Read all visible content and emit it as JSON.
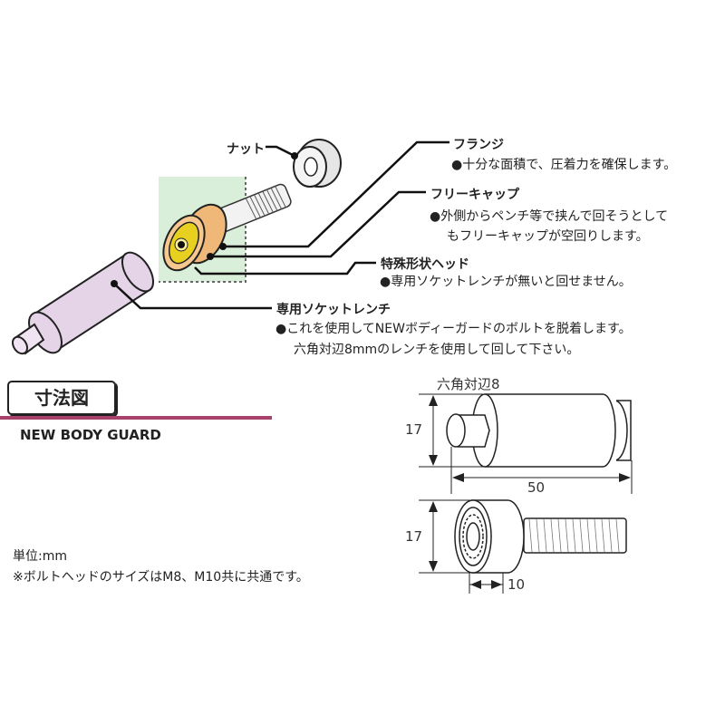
{
  "callouts": {
    "nut": {
      "title": "ナット"
    },
    "flange": {
      "title": "フランジ",
      "desc": "●十分な面積で、圧着力を確保します。"
    },
    "free_cap": {
      "title": "フリーキャップ",
      "desc": [
        "●外側からペンチ等で挟んで回そうとして",
        "もフリーキャップが空回りします。"
      ]
    },
    "special_head": {
      "title": "特殊形状ヘッド",
      "desc": "●専用ソケットレンチが無いと回せません。"
    },
    "socket_wrench": {
      "title": "専用ソケットレンチ",
      "desc": [
        "●これを使用してNEWボディーガードのボルトを脱着します。",
        "六角対辺8mmのレンチを使用して回して下さい。"
      ]
    }
  },
  "section": {
    "title": "寸法図",
    "subtitle": "NEW BODY GUARD",
    "accent": "#a8416c"
  },
  "notes": {
    "unit": "単位:mm",
    "note": "※ボルトヘッドのサイズはM8、M10共に共通です。"
  },
  "dimensions": {
    "hex_label": "六角対辺8",
    "wrench_dia": "17",
    "wrench_len": "50",
    "bolt_dia": "17",
    "head_len": "10"
  }
}
